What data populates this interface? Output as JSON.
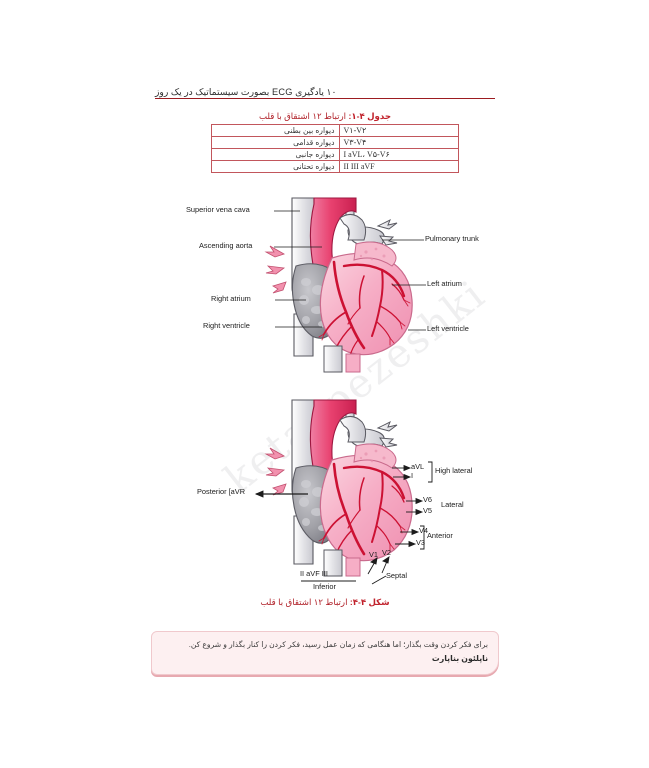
{
  "page": {
    "header_text": "۱۰  یادگیری ECG بصورت سیستماتیک در یک روز",
    "page_number": "۱۰",
    "watermark": "ketabpezeshki"
  },
  "table": {
    "caption_bold": "جدول ۴-۱:",
    "caption_rest": " ارتباط ۱۲ اشتقاق با قلب",
    "rows": [
      {
        "leads": "V۱-V۲",
        "wall": "دیواره بین بطنی"
      },
      {
        "leads": "V۳-V۴",
        "wall": "دیواره قدامی"
      },
      {
        "leads": "I aVL، V۵-V۶",
        "wall": "دیواره جانبی"
      },
      {
        "leads": "II  III  aVF",
        "wall": "دیواره تحتانی"
      }
    ]
  },
  "figure_top": {
    "labels": {
      "superior_vena_cava": "Superior vena cava",
      "ascending_aorta": "Ascending aorta",
      "right_atrium": "Right atrium",
      "right_ventricle": "Right ventricle",
      "pulmonary_trunk": "Pulmonary trunk",
      "left_atrium": "Left atrium",
      "left_ventricle": "Left ventricle"
    }
  },
  "figure_bottom": {
    "labels": {
      "posterior": "Posterior [aVR",
      "avl": "aVL",
      "lead_i": "I",
      "high_lateral": "High lateral",
      "v6": "V6",
      "v5": "V5",
      "lateral": "Lateral",
      "v4": "V4",
      "v3": "V3",
      "anterior": "Anterior",
      "v1": "V1",
      "v2": "V2",
      "septal": "Septal",
      "inferior_leads": "II  aVF  III",
      "inferior": "Inferior"
    }
  },
  "figure_caption": {
    "caption_bold": "شکل ۴-۴:",
    "caption_rest": " ارتباط ۱۲ اشتقاق با قلب"
  },
  "quote": {
    "text": "برای فکر کردن وقت بگذار؛ اما هنگامی که زمان عمل رسید، فکر کردن را کنار بگذار و شروع کن.",
    "author": "ناپلئون بناپارت"
  },
  "colors": {
    "accent_red": "#c0202a",
    "rule_red": "#9c1b20",
    "table_border": "#c2565c",
    "aorta": "#e8416f",
    "myocardium": "#f4a8c0",
    "coronary": "#cc1133",
    "vessel_gray": "#d8d8dc",
    "atrium_gray": "#9a9a9f",
    "quote_bg": "#fdf0f1",
    "quote_border": "#f0c9cd"
  }
}
